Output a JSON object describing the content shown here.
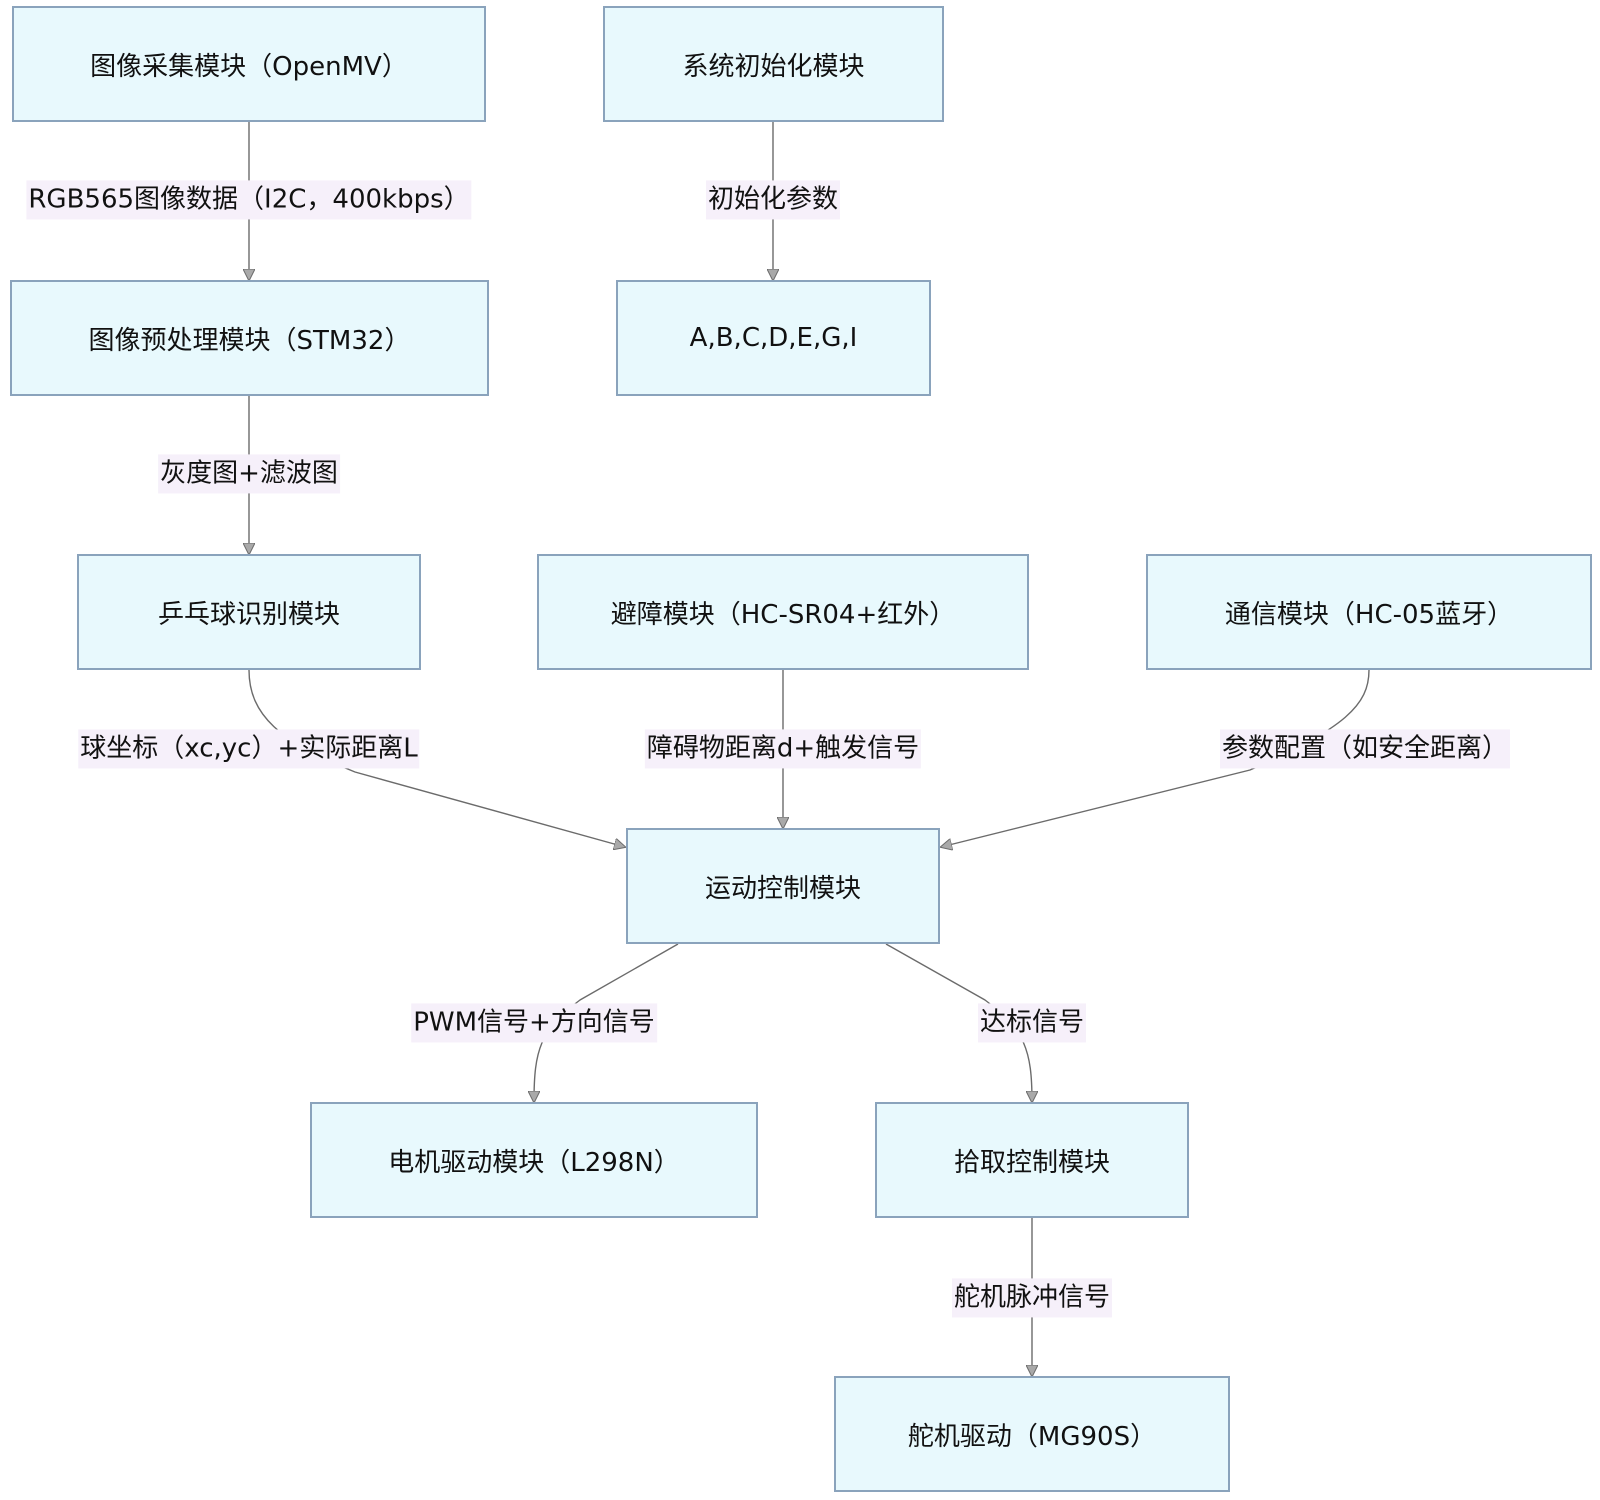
{
  "nodes": {
    "image_capture": "图像采集模块（OpenMV）",
    "system_init": "系统初始化模块",
    "image_preprocess": "图像预处理模块（STM32）",
    "init_targets": "A,B,C,D,E,G,I",
    "ball_recognition": "乒乓球识别模块",
    "obstacle_avoid": "避障模块（HC-SR04+红外）",
    "communication": "通信模块（HC-05蓝牙）",
    "motion_control": "运动控制模块",
    "motor_driver": "电机驱动模块（L298N）",
    "pickup_control": "拾取控制模块",
    "servo_driver": "舵机驱动（MG90S）"
  },
  "edges": {
    "capture_to_preprocess": "RGB565图像数据（I2C，400kbps）",
    "init_to_targets": "初始化参数",
    "preprocess_to_recognition": "灰度图+滤波图",
    "recognition_to_motion": "球坐标（xc,yc）+实际距离L",
    "obstacle_to_motion": "障碍物距离d+触发信号",
    "comm_to_motion": "参数配置（如安全距离）",
    "motion_to_motor": "PWM信号+方向信号",
    "motion_to_pickup": "达标信号",
    "pickup_to_servo": "舵机脉冲信号"
  },
  "colors": {
    "node_fill": "#e8f9fd",
    "node_border": "#8aa3bc",
    "edge_stroke": "#6b6b6b",
    "label_background": "#f6f0fa"
  }
}
